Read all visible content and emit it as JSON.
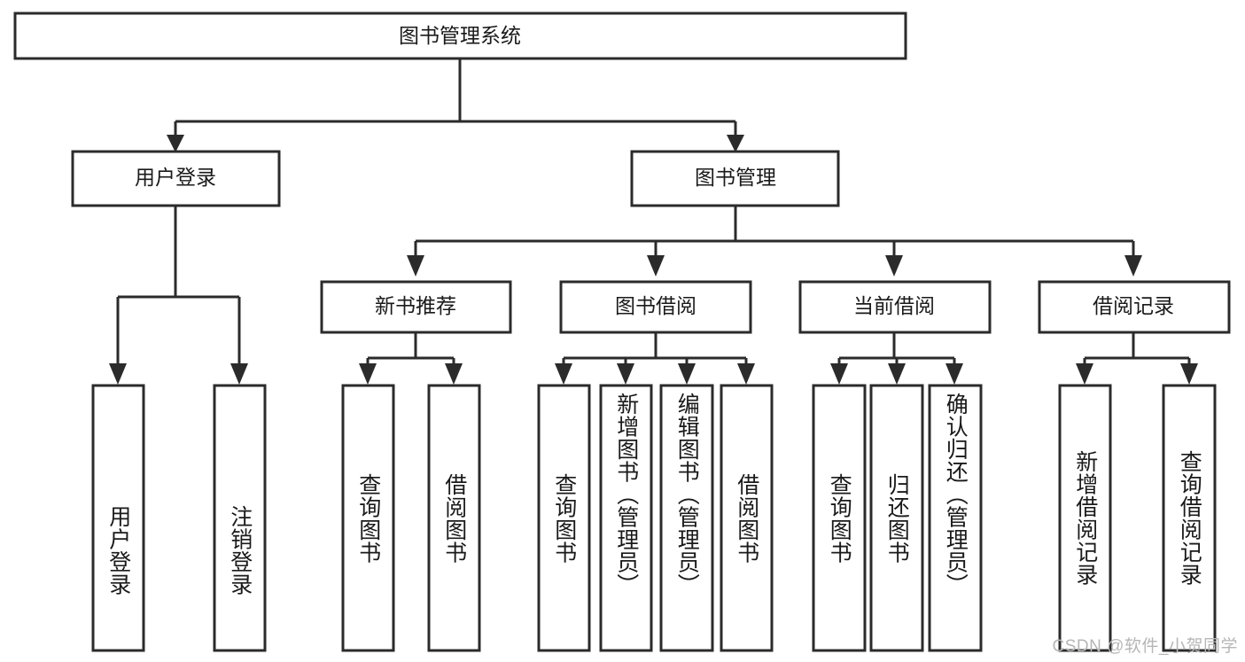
{
  "diagram": {
    "type": "tree",
    "title": "图书管理系统",
    "root": {
      "id": "root",
      "label": "图书管理系统"
    },
    "level2": [
      {
        "id": "user-login",
        "label": "用户登录"
      },
      {
        "id": "book-management",
        "label": "图书管理"
      }
    ],
    "level3": [
      {
        "id": "new-book-recommend",
        "label": "新书推荐",
        "parent": "book-management"
      },
      {
        "id": "book-borrow",
        "label": "图书借阅",
        "parent": "book-management"
      },
      {
        "id": "current-borrow",
        "label": "当前借阅",
        "parent": "book-management"
      },
      {
        "id": "borrow-record",
        "label": "借阅记录",
        "parent": "book-management"
      }
    ],
    "leaves": {
      "user-login": [
        {
          "id": "leaf-user-login",
          "label": "用户登录"
        },
        {
          "id": "leaf-logout-login",
          "label": "注销登录"
        }
      ],
      "new-book-recommend": [
        {
          "id": "leaf-query-book-1",
          "label": "查询图书"
        },
        {
          "id": "leaf-borrow-book-1",
          "label": "借阅图书"
        }
      ],
      "book-borrow": [
        {
          "id": "leaf-query-book-2",
          "label": "查询图书"
        },
        {
          "id": "leaf-add-book",
          "label": "新增图书（管理员）"
        },
        {
          "id": "leaf-edit-book",
          "label": "编辑图书（管理员）"
        },
        {
          "id": "leaf-borrow-book-2",
          "label": "借阅图书"
        }
      ],
      "current-borrow": [
        {
          "id": "leaf-query-book-3",
          "label": "查询图书"
        },
        {
          "id": "leaf-return-book",
          "label": "归还图书"
        },
        {
          "id": "leaf-confirm-return",
          "label": "确认归还（管理员）"
        }
      ],
      "borrow-record": [
        {
          "id": "leaf-add-borrow-record",
          "label": "新增借阅记录"
        },
        {
          "id": "leaf-query-borrow-record",
          "label": "查询借阅记录"
        }
      ]
    }
  },
  "watermark": {
    "text": "CSDN @软件_小贺同学"
  },
  "colors": {
    "stroke": "#2b2b2b",
    "fill": "#ffffff",
    "text": "#1a1a1a",
    "watermark": "#b6b6b6"
  }
}
